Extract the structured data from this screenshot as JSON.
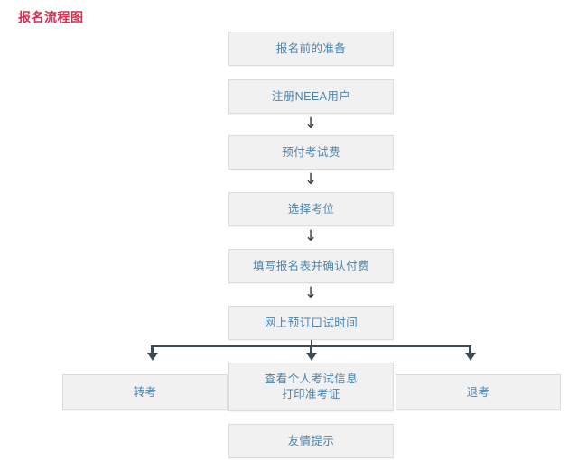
{
  "page": {
    "title": "报名流程图",
    "title_color": "#d9304f",
    "background_color": "#ffffff"
  },
  "flow": {
    "node_fill_color": "#f1f1f1",
    "node_border_color": "#dcdcdc",
    "node_text_color": "#4c84ad",
    "connector_color": "#3d4b57",
    "arrow_glyph": "↓",
    "main_steps": [
      {
        "id": "step-preparation",
        "label": "报名前的准备"
      },
      {
        "id": "step-register-neea",
        "label": "注册NEEA用户"
      },
      {
        "id": "step-prepay-fee",
        "label": "预付考试费"
      },
      {
        "id": "step-select-seat",
        "label": "选择考位"
      },
      {
        "id": "step-fill-form-confirm-payment",
        "label": "填写报名表并确认付费"
      },
      {
        "id": "step-book-speaking-time",
        "label": "网上预订口试时间"
      }
    ],
    "branch_steps": [
      {
        "id": "branch-transfer-exam",
        "label": "转考",
        "position": "left"
      },
      {
        "id": "branch-view-info-print-admission",
        "label": "查看个人考试信息\n打印准考证",
        "position": "center"
      },
      {
        "id": "branch-cancel-exam",
        "label": "退考",
        "position": "right"
      }
    ],
    "final_step": {
      "id": "step-friendly-tips",
      "label": "友情提示"
    }
  }
}
